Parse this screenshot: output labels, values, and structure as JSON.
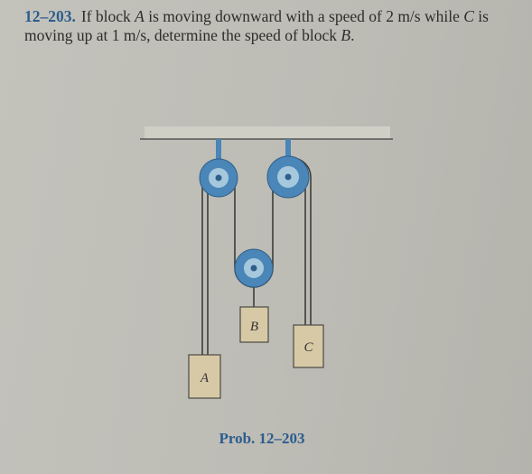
{
  "problem": {
    "number": "12–203.",
    "text_1": "If block ",
    "block_a": "A",
    "text_2": " is moving downward with a speed of 2 m/s while ",
    "block_c": "C",
    "text_3": " is moving up at 1 m/s, determine the speed of block ",
    "block_b": "B",
    "text_4": "."
  },
  "figure": {
    "label_a": "A",
    "label_b": "B",
    "label_c": "C",
    "caption": "Prob. 12–203"
  },
  "colors": {
    "pulley": "#4a86b8",
    "pulley_hub": "#a6c8dd",
    "block_fill": "#d8c9a6",
    "accent": "#2c5d8e"
  }
}
